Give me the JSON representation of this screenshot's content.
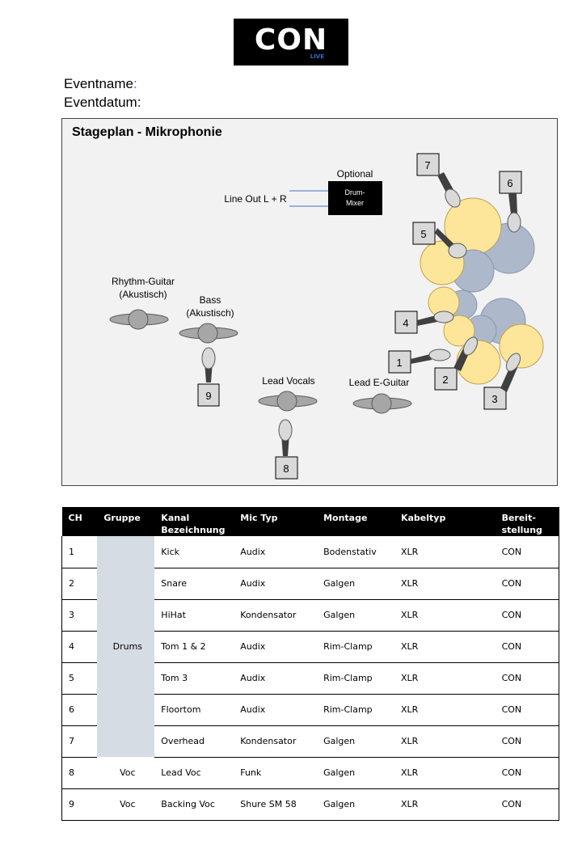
{
  "logo": {
    "text": "CON",
    "sub": "LIVE"
  },
  "event": {
    "name_label": "Eventname",
    "colon": ":",
    "date_label": "Eventdatum:"
  },
  "stage": {
    "title": "Stageplan - Mikrophonie",
    "optional_label": "Optional",
    "drum_mixer_1": "Drum-",
    "drum_mixer_2": "Mixer",
    "line_out": "Line Out L + R",
    "rhythm_guitar_1": "Rhythm-Guitar",
    "rhythm_guitar_2": "(Akustisch)",
    "bass_1": "Bass",
    "bass_2": "(Akustisch)",
    "lead_vocals": "Lead Vocals",
    "lead_e_guitar": "Lead E-Guitar",
    "mic_numbers": [
      "1",
      "2",
      "3",
      "4",
      "5",
      "6",
      "7",
      "8",
      "9"
    ],
    "colors": {
      "drum_yellow": "#fde699",
      "drum_blue": "#adb9ca",
      "mic_grey": "#d9d9d9",
      "stand_grey": "#404040"
    }
  },
  "table": {
    "headers": [
      [
        "CH"
      ],
      [
        "Gruppe"
      ],
      [
        "Kanal",
        "Bezeichnung"
      ],
      [
        "Mic Typ"
      ],
      [
        "Montage"
      ],
      [
        "Kabeltyp"
      ],
      [
        "Bereit-",
        "stellung"
      ]
    ],
    "drums_group": "Drums",
    "rows": [
      {
        "ch": "1",
        "kanal": "Kick",
        "mic": "Audix",
        "montage": "Bodenstativ",
        "kabel": "XLR",
        "bereit": "CON"
      },
      {
        "ch": "2",
        "kanal": "Snare",
        "mic": "Audix",
        "montage": "Galgen",
        "kabel": "XLR",
        "bereit": "CON"
      },
      {
        "ch": "3",
        "kanal": "HiHat",
        "mic": "Kondensator",
        "montage": "Galgen",
        "kabel": "XLR",
        "bereit": "CON"
      },
      {
        "ch": "4",
        "kanal": "Tom 1 & 2",
        "mic": "Audix",
        "montage": "Rim-Clamp",
        "kabel": "XLR",
        "bereit": "CON"
      },
      {
        "ch": "5",
        "kanal": "Tom 3",
        "mic": "Audix",
        "montage": "Rim-Clamp",
        "kabel": "XLR",
        "bereit": "CON"
      },
      {
        "ch": "6",
        "kanal": "Floortom",
        "mic": "Audix",
        "montage": "Rim-Clamp",
        "kabel": "XLR",
        "bereit": "CON"
      },
      {
        "ch": "7",
        "kanal": "Overhead",
        "mic": "Kondensator",
        "montage": "Galgen",
        "kabel": "XLR",
        "bereit": "CON"
      },
      {
        "ch": "8",
        "gruppe": "Voc",
        "kanal": "Lead Voc",
        "mic": "Funk",
        "montage": "Galgen",
        "kabel": "XLR",
        "bereit": "CON"
      },
      {
        "ch": "9",
        "gruppe": "Voc",
        "kanal": "Backing Voc",
        "mic": "Shure SM 58",
        "montage": "Galgen",
        "kabel": "XLR",
        "bereit": "CON"
      }
    ]
  }
}
